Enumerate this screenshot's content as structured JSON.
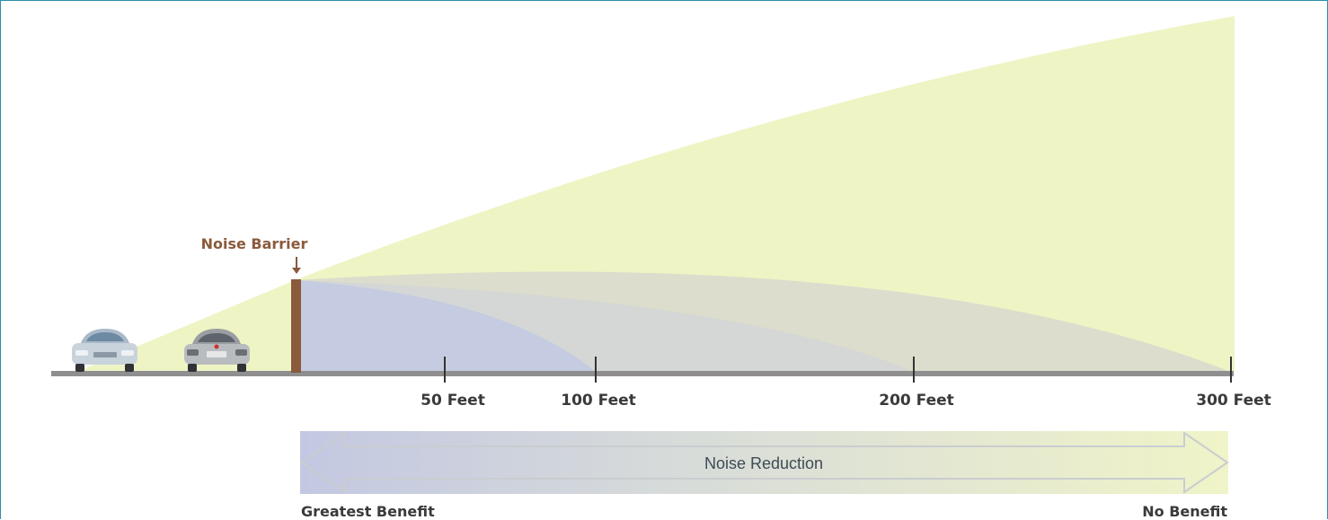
{
  "barrier_label": "Noise Barrier",
  "distance_marks": [
    {
      "feet": 50,
      "label": "50 Feet"
    },
    {
      "feet": 100,
      "label": "100 Feet"
    },
    {
      "feet": 200,
      "label": "200 Feet"
    },
    {
      "feet": 300,
      "label": "300 Feet"
    }
  ],
  "reduction_band": {
    "label": "Noise Reduction",
    "left_label": "Greatest Benefit",
    "right_label": "No Benefit"
  },
  "colors": {
    "sound_cone": "#eff4c5",
    "shadow_zone": "#c5cbe0",
    "barrier": "#8b5a3c",
    "road": "#8f8f8f",
    "frame": "#2a8fa8",
    "band_start": "#c3c8e2",
    "band_end": "#f0f4c8"
  }
}
